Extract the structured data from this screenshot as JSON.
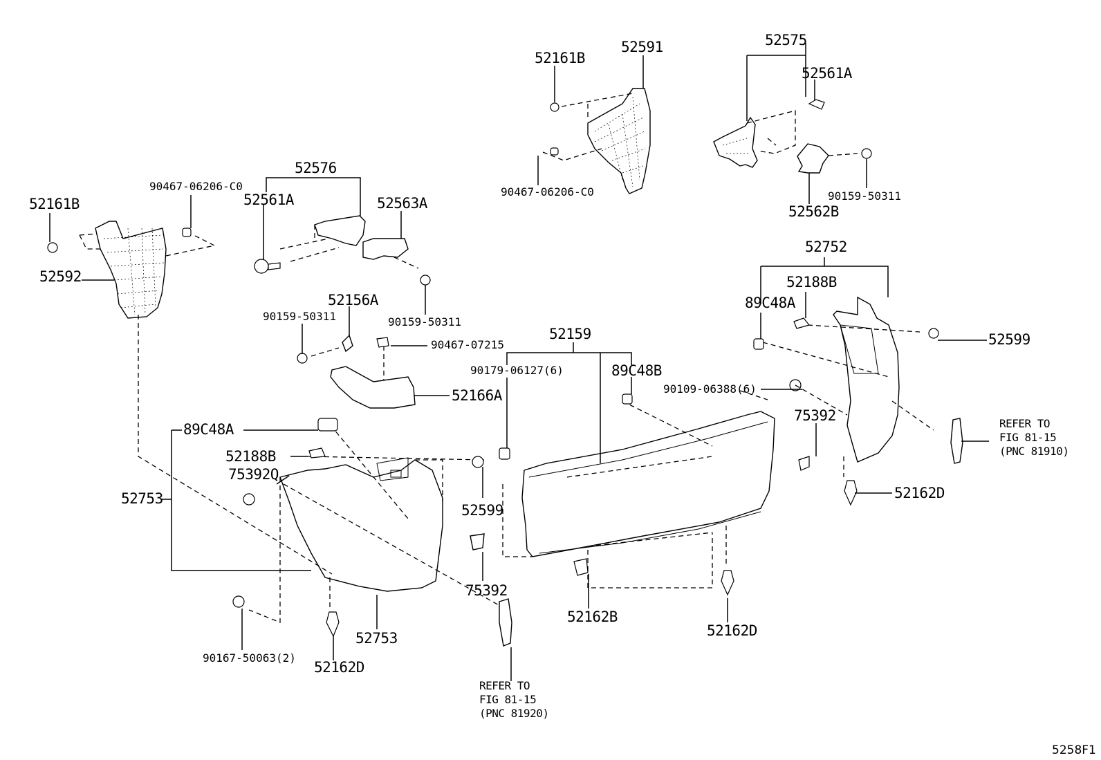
{
  "diagram": {
    "labels": {
      "p52161B_top": "52161B",
      "p52591": "52591",
      "p52575": "52575",
      "p52561A_right": "52561A",
      "p90467_06206_top": "90467-06206-C0",
      "p90159_50311_right": "90159-50311",
      "p52562B": "52562B",
      "p52576": "52576",
      "p90467_06206_left": "90467-06206-C0",
      "p52161B_left": "52161B",
      "p52561A_left": "52561A",
      "p52563A": "52563A",
      "p52592": "52592",
      "p90159_50311_mid": "90159-50311",
      "p52156A": "52156A",
      "p90159_50311_left": "90159-50311",
      "p90467_07215": "90467-07215",
      "p52166A": "52166A",
      "p52159": "52159",
      "p90179_06127": "90179-06127(6)",
      "p89C48B": "89C48B",
      "p52752": "52752",
      "p52188B_right": "52188B",
      "p89C48A_right": "89C48A",
      "p52599_right": "52599",
      "p90109_06388": "90109-06388(6)",
      "p75392_right": "75392",
      "p52162D_right": "52162D",
      "p89C48A_left": "89C48A",
      "p52188B_left": "52188B",
      "p75392Q": "75392Q",
      "p52753_left": "52753",
      "p52599_left": "52599",
      "p75392_mid": "75392",
      "p52162B": "52162B",
      "p52162D_mid": "52162D",
      "p52753_bottom": "52753",
      "p90167_50063": "90167-50063(2)",
      "p52162D_left": "52162D"
    },
    "refer_right": "REFER TO\nFIG 81-15\n(PNC 81910)",
    "refer_bottom": "REFER TO\nFIG 81-15\n(PNC 81920)",
    "figure_id": "5258F1"
  }
}
